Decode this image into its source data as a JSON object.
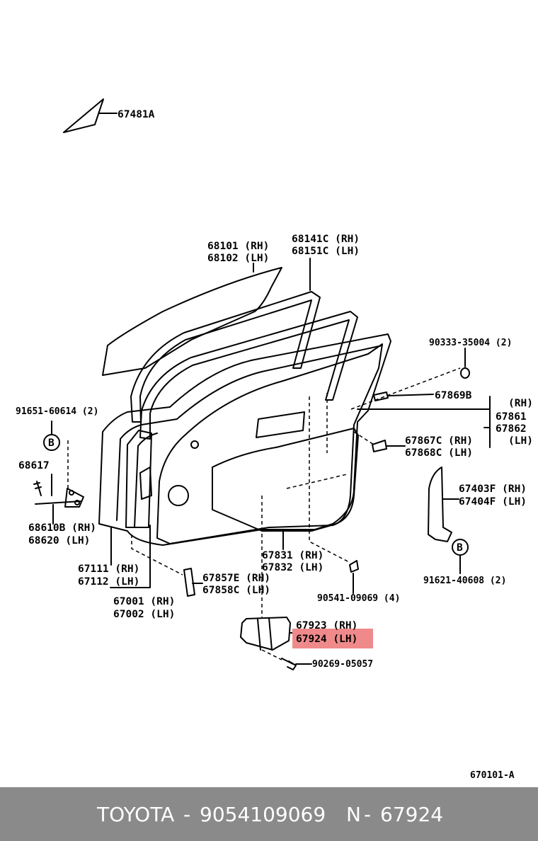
{
  "diagram_id": "670101-A",
  "highlight_color": "#f08a8a",
  "labels": {
    "p67481A": "67481A",
    "p68101": "68101 (RH)",
    "p68102": "68102 (LH)",
    "p68141C": "68141C (RH)",
    "p68151C": "68151C (LH)",
    "p90333": "90333-35004 (2)",
    "p67869B": "67869B",
    "rh_group": "(RH)",
    "p67861": "67861",
    "p67862": "67862",
    "lh_group": "(LH)",
    "p67867C": "67867C (RH)",
    "p67868C": "67868C (LH)",
    "p91651": "91651-60614 (2)",
    "callout_b": "B",
    "p68617": "68617",
    "p68610B": "68610B (RH)",
    "p68620": "68620  (LH)",
    "p67403F": "67403F (RH)",
    "p67404F": "67404F (LH)",
    "p67111": "67111 (RH)",
    "p67112": "67112 (LH)",
    "p67857E": "67857E (RH)",
    "p67858C": "67858C (LH)",
    "p67831": "67831 (RH)",
    "p67832": "67832 (LH)",
    "p91621": "91621-40608 (2)",
    "p67001": "67001 (RH)",
    "p67002": "67002 (LH)",
    "p90541": "90541-09069 (4)",
    "p67923": "67923 (RH)",
    "p67924": "67924 (LH)",
    "p90269": "90269-05057"
  },
  "footer": {
    "brand": "TOYOTA",
    "sep1": "-",
    "part_number": "9054109069",
    "ref_prefix": "N",
    "sep2": "-",
    "ref_number": "67924"
  }
}
